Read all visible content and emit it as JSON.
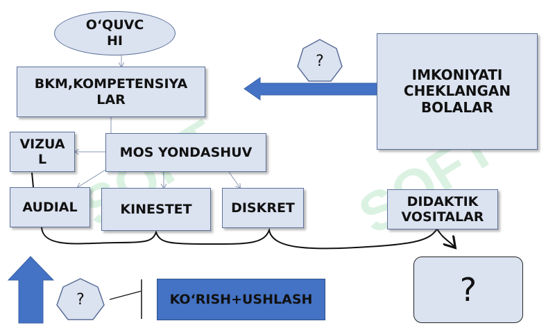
{
  "nodes": {
    "oquvchi": "O‘QUVC\nHI",
    "bkm": "BKM,KOMPETENSIYA\nLAR",
    "imkoniyati": "IMKONIYATI\nCHEKLANGAN\nBOLALAR",
    "vizual": "VIZUA\nL",
    "mos_yondashuv": "MOS YONDASHUV",
    "audial": "AUDIAL",
    "kinestet": "KINESTET",
    "diskret": "DISKRET",
    "didaktik": "DIDAKTIK\nVOSITALAR",
    "question_box": "?",
    "korish": "KO‘RISH+USHLASH",
    "question_top": "?",
    "question_bottom": "?"
  },
  "watermark": "SOFT",
  "colors": {
    "box_fill": "#dbe2f0",
    "box_border": "#5a6f98",
    "accent_blue": "#4472c4",
    "watermark_green": "#7fd39a"
  }
}
